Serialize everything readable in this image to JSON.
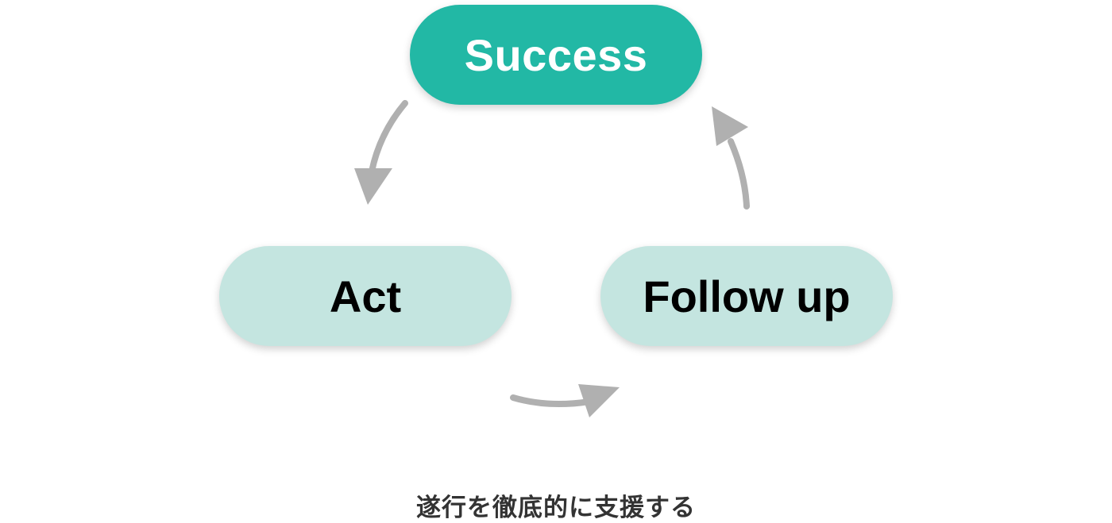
{
  "diagram": {
    "nodes": {
      "success": "Success",
      "act": "Act",
      "follow_up": "Follow up"
    },
    "caption": "遂行を徹底的に支援する"
  },
  "colors": {
    "success_fill": "#22b8a5",
    "step_fill": "#c4e5e0",
    "arrow": "#b0b0b0",
    "caption_text": "#333333"
  }
}
